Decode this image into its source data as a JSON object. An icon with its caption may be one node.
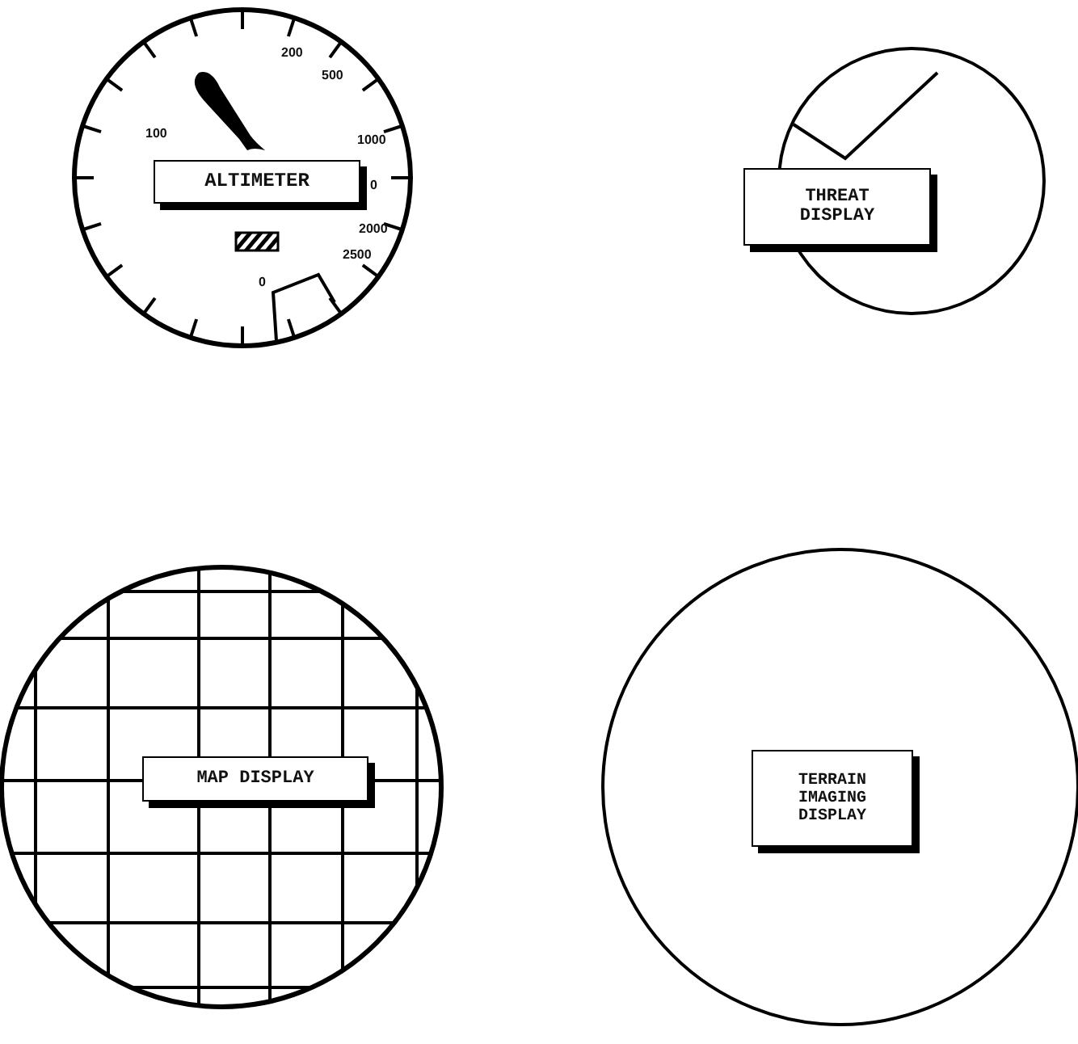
{
  "diagram": {
    "nodes": [
      {
        "text": [
          "ALTIMETER"
        ]
      },
      {
        "text": [
          "THREAT DISPLAY"
        ]
      },
      {
        "text": [
          "MAP DISPLAY"
        ]
      },
      {
        "text": [
          "TERRAIN IMAGING DISPLAY"
        ]
      }
    ],
    "labels": [
      "200",
      "500",
      "100",
      "1000",
      "0",
      "2000",
      "2500",
      "0"
    ]
  }
}
